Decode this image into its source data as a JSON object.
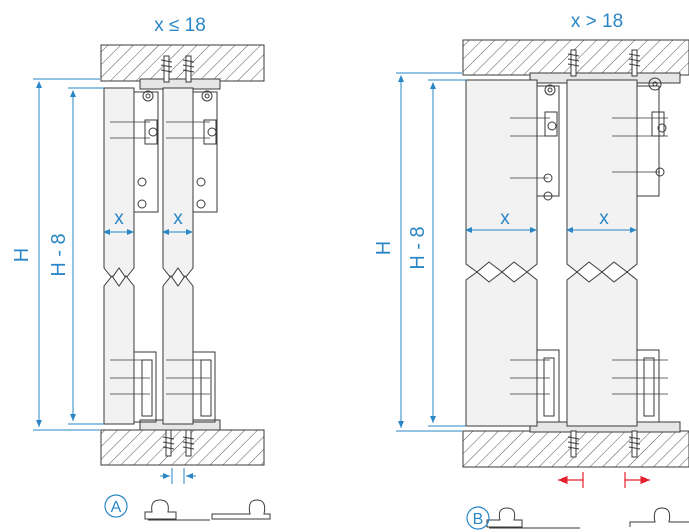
{
  "labels": {
    "cond_left": "x ≤ 18",
    "cond_right": "x > 18",
    "H": "H",
    "H8": "H - 8",
    "x": "x",
    "variant_a": "A",
    "variant_b": "B"
  },
  "colors": {
    "dimension": "#2a86c6",
    "line": "#3a3a3a",
    "hatch": "#555555",
    "door_fill": "#f2f2f2",
    "arrow_red": "#e5202a"
  }
}
